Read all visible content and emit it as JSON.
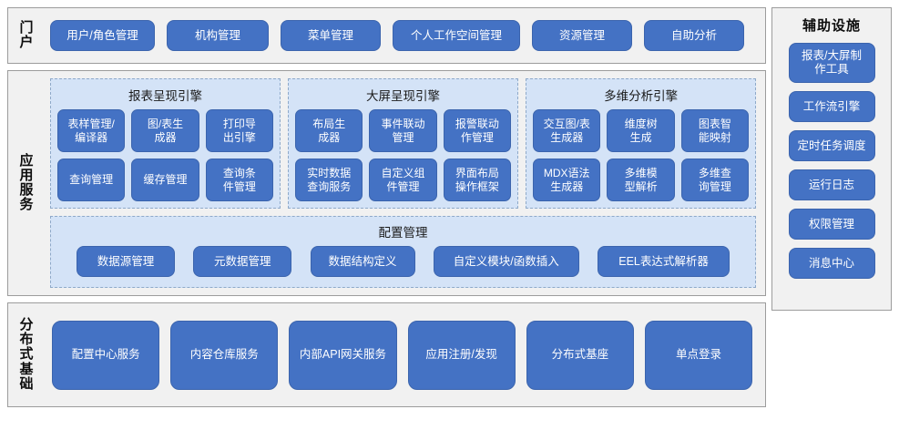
{
  "portal": {
    "label": "门户",
    "buttons": [
      "用户/角色管理",
      "机构管理",
      "菜单管理",
      "个人工作空间管理",
      "资源管理",
      "自助分析"
    ]
  },
  "app_services": {
    "label": "应用服务",
    "engines": [
      {
        "title": "报表呈现引擎",
        "items": [
          "表样管理/\n编译器",
          "图/表生\n成器",
          "打印导\n出引擎",
          "查询管理",
          "缓存管理",
          "查询条\n件管理"
        ]
      },
      {
        "title": "大屏呈现引擎",
        "items": [
          "布局生\n成器",
          "事件联动\n管理",
          "报警联动\n作管理",
          "实时数据\n查询服务",
          "自定义组\n件管理",
          "界面布局\n操作框架"
        ]
      },
      {
        "title": "多维分析引擎",
        "items": [
          "交互图/表\n生成器",
          "维度树\n生成",
          "图表智\n能映射",
          "MDX语法\n生成器",
          "多维模\n型解析",
          "多维查\n询管理"
        ]
      }
    ],
    "config": {
      "title": "配置管理",
      "items": [
        "数据源管理",
        "元数据管理",
        "数据结构定义",
        "自定义模块/函数插入",
        "EEL表达式解析器"
      ]
    }
  },
  "distributed": {
    "label": "分布式基础",
    "buttons": [
      "配置中心服务",
      "内容仓库服务",
      "内部API网关服务",
      "应用注册/发现",
      "分布式基座",
      "单点登录"
    ]
  },
  "aux": {
    "title": "辅助设施",
    "buttons": [
      "报表/大屏制\n作工具",
      "工作流引擎",
      "定时任务调度",
      "运行日志",
      "权限管理",
      "消息中心"
    ]
  },
  "colors": {
    "button": "#4472c4",
    "panel": "#d4e3f7",
    "section": "#f1f1f1",
    "border": "#9c9c9c",
    "dashed_border": "#8ea9c9",
    "text_light": "#ffffff",
    "text_dark": "#0d0d0d"
  }
}
